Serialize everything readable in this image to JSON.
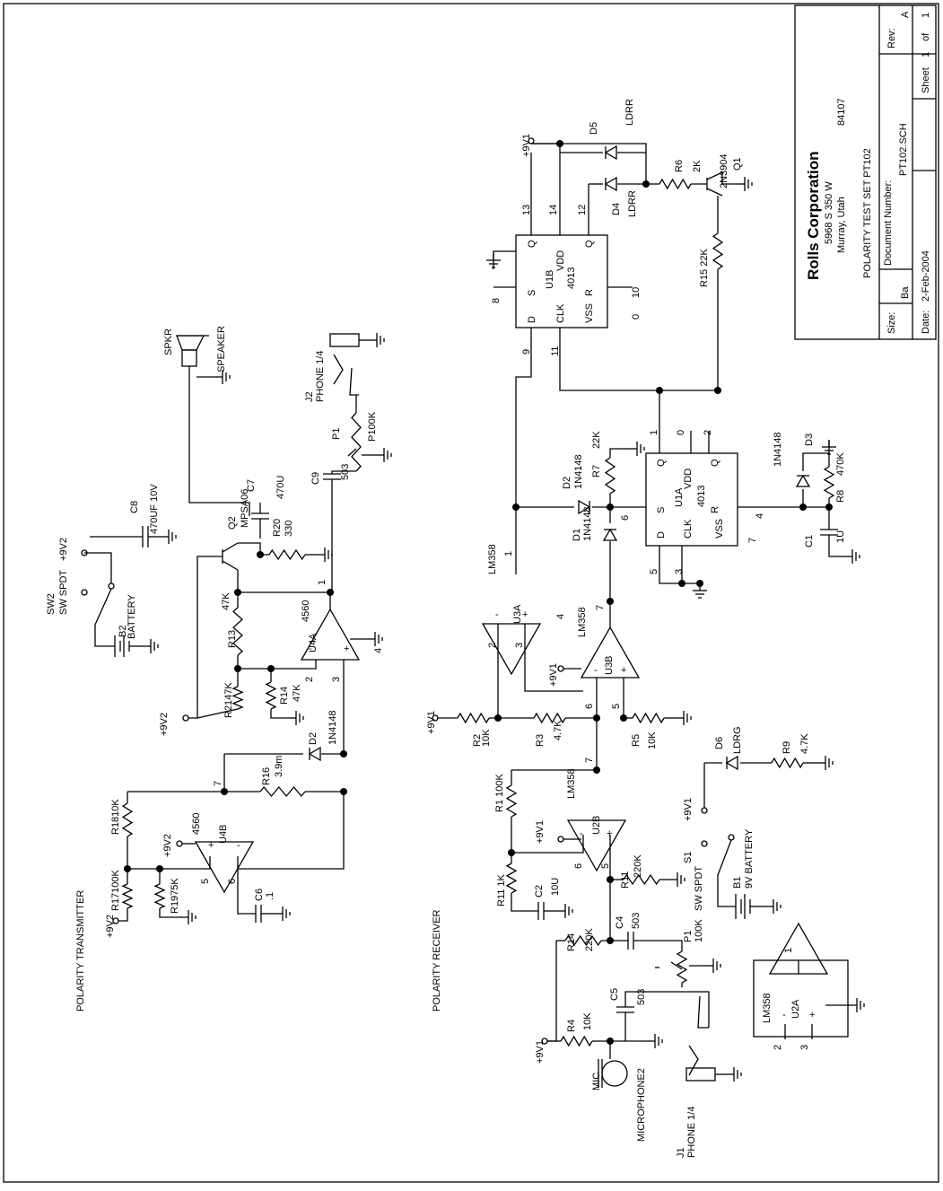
{
  "title_block": {
    "company": "Rolls Corporation",
    "address_line1": "5968 S 350 W",
    "address_line2": "Murray, Utah",
    "zip": "84107",
    "title": "POLARITY TEST SET  PT102",
    "size_label": "Size:",
    "size_value": "Ba",
    "doc_label": "Document Number:",
    "doc_value": "PT102.SCH",
    "rev_label": "Rev:",
    "rev_value": "A",
    "date_label": "Date:",
    "date_value": "2-Feb-2004",
    "sheet_label": "Sheet",
    "sheet_value": "1",
    "sheet_of": "of",
    "sheet_total": "1"
  },
  "sections": {
    "transmitter": "POLARITY TRANSMITTER",
    "receiver": "POLARITY RECEIVER"
  },
  "labels": [
    {
      "id": "spkr",
      "t": "SPKR"
    },
    {
      "id": "speaker",
      "t": "SPEAKER"
    },
    {
      "id": "j2",
      "t": "J2"
    },
    {
      "id": "phone2",
      "t": "PHONE 1/4"
    },
    {
      "id": "p1t",
      "t": "P1"
    },
    {
      "id": "p100k",
      "t": "P100K"
    },
    {
      "id": "c9",
      "t": "C9"
    },
    {
      "id": "c9v",
      "t": "503"
    },
    {
      "id": "c7",
      "t": "C7"
    },
    {
      "id": "c7v",
      "t": "470U"
    },
    {
      "id": "c8",
      "t": "C8"
    },
    {
      "id": "c8v",
      "t": "470UF 10V"
    },
    {
      "id": "sw2",
      "t": "SW2"
    },
    {
      "id": "sw2v",
      "t": "SW SPDT"
    },
    {
      "id": "v9v2a",
      "t": "+9V2"
    },
    {
      "id": "b2",
      "t": "B2"
    },
    {
      "id": "b2v",
      "t": "BATTERY"
    },
    {
      "id": "q2",
      "t": "Q2"
    },
    {
      "id": "q2v",
      "t": "MPSA06"
    },
    {
      "id": "r20",
      "t": "R20"
    },
    {
      "id": "r20v",
      "t": "330"
    },
    {
      "id": "r13",
      "t": "R13"
    },
    {
      "id": "r13v",
      "t": "47K"
    },
    {
      "id": "u4a",
      "t": "U4A"
    },
    {
      "id": "u4av",
      "t": "4560"
    },
    {
      "id": "r21",
      "t": "R2147K"
    },
    {
      "id": "r14",
      "t": "R14"
    },
    {
      "id": "r14v",
      "t": "47K"
    },
    {
      "id": "v9v2b",
      "t": "+9V2"
    },
    {
      "id": "d2t",
      "t": "D2"
    },
    {
      "id": "d2tv",
      "t": "1N4148"
    },
    {
      "id": "r16",
      "t": "R16"
    },
    {
      "id": "r16v",
      "t": "3.9m"
    },
    {
      "id": "u4b",
      "t": "U4B"
    },
    {
      "id": "u4bv",
      "t": "4560"
    },
    {
      "id": "r18",
      "t": "R1810K"
    },
    {
      "id": "r17",
      "t": "R17100K"
    },
    {
      "id": "r19",
      "t": "R1975K"
    },
    {
      "id": "v9v2c",
      "t": "+9V2"
    },
    {
      "id": "v9v2d",
      "t": "+9V2"
    },
    {
      "id": "c6",
      "t": "C6"
    },
    {
      "id": "c6v",
      "t": ".1"
    },
    {
      "id": "u1b",
      "t": "U1B"
    },
    {
      "id": "u1bv",
      "t": "4013"
    },
    {
      "id": "u1a",
      "t": "U1A"
    },
    {
      "id": "u1av",
      "t": "4013"
    },
    {
      "id": "d5",
      "t": "D5"
    },
    {
      "id": "ldrr1",
      "t": "LDRR"
    },
    {
      "id": "d4",
      "t": "D4"
    },
    {
      "id": "ldrr2",
      "t": "LDRR"
    },
    {
      "id": "r6",
      "t": "R6"
    },
    {
      "id": "r6v",
      "t": "2K"
    },
    {
      "id": "q1",
      "t": "Q1"
    },
    {
      "id": "q1v",
      "t": "2N3904"
    },
    {
      "id": "r15",
      "t": "R15  22K"
    },
    {
      "id": "v9v1a",
      "t": "+9V1"
    },
    {
      "id": "d3",
      "t": "D3"
    },
    {
      "id": "d3v",
      "t": "1N4148"
    },
    {
      "id": "r8",
      "t": "R8"
    },
    {
      "id": "r8v",
      "t": "470K"
    },
    {
      "id": "c1",
      "t": "C1"
    },
    {
      "id": "c1v",
      "t": "1U"
    },
    {
      "id": "d2r",
      "t": "D2"
    },
    {
      "id": "d2rv",
      "t": "1N4148"
    },
    {
      "id": "d1",
      "t": "D1"
    },
    {
      "id": "d1v",
      "t": "1N4148"
    },
    {
      "id": "r7",
      "t": "R7"
    },
    {
      "id": "r7v",
      "t": "22K"
    },
    {
      "id": "u3a",
      "t": "U3A"
    },
    {
      "id": "u3av",
      "t": "LM358"
    },
    {
      "id": "u3b",
      "t": "U3B"
    },
    {
      "id": "u3bv",
      "t": "LM358"
    },
    {
      "id": "v9v1b",
      "t": "+9V1"
    },
    {
      "id": "v9v1c",
      "t": "+9V1"
    },
    {
      "id": "r2",
      "t": "R2"
    },
    {
      "id": "r2v",
      "t": "10K"
    },
    {
      "id": "r3",
      "t": "R3"
    },
    {
      "id": "r3v",
      "t": "4.7K"
    },
    {
      "id": "r5",
      "t": "R5"
    },
    {
      "id": "r5v",
      "t": "10K"
    },
    {
      "id": "u2b",
      "t": "U2B"
    },
    {
      "id": "u2bv",
      "t": "LM358"
    },
    {
      "id": "r1",
      "t": "R1  100K"
    },
    {
      "id": "r11a",
      "t": "R11  1K"
    },
    {
      "id": "r11b",
      "t": "R11"
    },
    {
      "id": "r11bv",
      "t": "220K"
    },
    {
      "id": "c2",
      "t": "C2"
    },
    {
      "id": "c2v",
      "t": "10U"
    },
    {
      "id": "v9v1d",
      "t": "+9V1"
    },
    {
      "id": "r14r",
      "t": "R14"
    },
    {
      "id": "r14rv",
      "t": "220K"
    },
    {
      "id": "c4",
      "t": "C4"
    },
    {
      "id": "c4v",
      "t": "503"
    },
    {
      "id": "p1r",
      "t": "P1"
    },
    {
      "id": "p1rv",
      "t": "100K"
    },
    {
      "id": "c5",
      "t": "C5"
    },
    {
      "id": "c5v",
      "t": "503"
    },
    {
      "id": "r4",
      "t": "R4"
    },
    {
      "id": "r4v",
      "t": "10K"
    },
    {
      "id": "v9v1e",
      "t": "+9V1"
    },
    {
      "id": "mic",
      "t": "MIC"
    },
    {
      "id": "micv",
      "t": "MICROPHONE2"
    },
    {
      "id": "j1",
      "t": "J1"
    },
    {
      "id": "j1v",
      "t": "PHONE 1/4"
    },
    {
      "id": "d6",
      "t": "D6"
    },
    {
      "id": "d6v",
      "t": "LDRG"
    },
    {
      "id": "r9",
      "t": "R9"
    },
    {
      "id": "r9v",
      "t": "4.7K"
    },
    {
      "id": "v9v1f",
      "t": "+9V1"
    },
    {
      "id": "s1",
      "t": "S1"
    },
    {
      "id": "s1v",
      "t": "SW SPDT"
    },
    {
      "id": "b1",
      "t": "B1"
    },
    {
      "id": "b1v",
      "t": "9V BATTERY"
    },
    {
      "id": "u2a",
      "t": "U2A"
    },
    {
      "id": "u2av",
      "t": "LM358"
    },
    {
      "id": "vdd1",
      "t": "VDD"
    },
    {
      "id": "vss1",
      "t": "VSS"
    },
    {
      "id": "clk1",
      "t": "CLK"
    },
    {
      "id": "vdd2",
      "t": "VDD"
    },
    {
      "id": "vss2",
      "t": "VSS"
    },
    {
      "id": "clk2",
      "t": "CLK"
    }
  ],
  "pins": [
    {
      "id": "p13",
      "t": "13"
    },
    {
      "id": "p14",
      "t": "14"
    },
    {
      "id": "p12",
      "t": "12"
    },
    {
      "id": "p8",
      "t": "8"
    },
    {
      "id": "p10",
      "t": "10"
    },
    {
      "id": "p0a",
      "t": "0"
    },
    {
      "id": "p9a",
      "t": "9"
    },
    {
      "id": "p11",
      "t": "11"
    },
    {
      "id": "p1a",
      "t": "1"
    },
    {
      "id": "p0b",
      "t": "0"
    },
    {
      "id": "p2a",
      "t": "2"
    },
    {
      "id": "p6a",
      "t": "6"
    },
    {
      "id": "p4a",
      "t": "4"
    },
    {
      "id": "p5a",
      "t": "5"
    },
    {
      "id": "p3a",
      "t": "3"
    },
    {
      "id": "p7a",
      "t": "7"
    },
    {
      "id": "u3a1",
      "t": "1"
    },
    {
      "id": "u3a2",
      "t": "2"
    },
    {
      "id": "u3a3",
      "t": "3"
    },
    {
      "id": "u3a4",
      "t": "4"
    },
    {
      "id": "u3b7",
      "t": "7"
    },
    {
      "id": "u3b6",
      "t": "6"
    },
    {
      "id": "u3b5",
      "t": "5"
    },
    {
      "id": "u2b7",
      "t": "7"
    },
    {
      "id": "u2b6",
      "t": "6"
    },
    {
      "id": "u2b5",
      "t": "5"
    },
    {
      "id": "u4a1",
      "t": "1"
    },
    {
      "id": "u4a2",
      "t": "2"
    },
    {
      "id": "u4a3",
      "t": "3"
    },
    {
      "id": "u4a4",
      "t": "4"
    },
    {
      "id": "u4b7",
      "t": "7"
    },
    {
      "id": "u4b5",
      "t": "5"
    },
    {
      "id": "u4b6",
      "t": "6"
    },
    {
      "id": "u2a1",
      "t": "1"
    },
    {
      "id": "u2a2",
      "t": "2"
    },
    {
      "id": "u2a3",
      "t": "3"
    },
    {
      "id": "qa",
      "t": "Q"
    },
    {
      "id": "sa",
      "t": "S"
    },
    {
      "id": "da",
      "t": "D"
    },
    {
      "id": "qba",
      "t": "Q"
    },
    {
      "id": "ra",
      "t": "R"
    },
    {
      "id": "qb",
      "t": "Q"
    },
    {
      "id": "sb",
      "t": "S"
    },
    {
      "id": "db",
      "t": "D"
    },
    {
      "id": "qbb",
      "t": "Q"
    },
    {
      "id": "rb",
      "t": "R"
    }
  ],
  "icons": {
    "ground": "ground-icon",
    "resistor": "resistor-icon",
    "capacitor": "capacitor-icon",
    "diode": "diode-icon",
    "opamp": "opamp-icon",
    "speaker": "speaker-icon",
    "microphone": "microphone-icon",
    "battery": "battery-icon",
    "switch": "switch-icon"
  }
}
